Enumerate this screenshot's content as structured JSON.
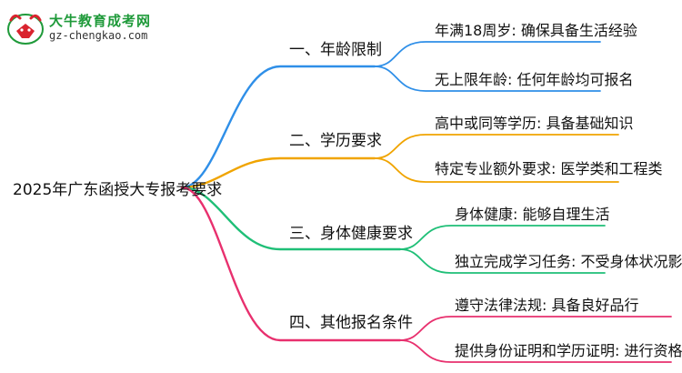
{
  "logo": {
    "icon": "ox-head-logo",
    "title": "大牛教育成考网",
    "url": "gz-chengkao.com"
  },
  "root": {
    "label": "2025年广东函授大专报考要求"
  },
  "branches": [
    {
      "label": "一、年龄限制",
      "color": "#2f8fe8",
      "leaves": [
        "年满18周岁: 确保具备生活经验",
        "无上限年龄: 任何年龄均可报名"
      ]
    },
    {
      "label": "二、学历要求",
      "color": "#f0a400",
      "leaves": [
        "高中或同等学历: 具备基础知识",
        "特定专业额外要求: 医学类和工程类"
      ]
    },
    {
      "label": "三、身体健康要求",
      "color": "#1fbf77",
      "leaves": [
        "身体健康: 能够自理生活",
        "独立完成学习任务: 不受身体状况影响"
      ]
    },
    {
      "label": "四、其他报名条件",
      "color": "#e8306e",
      "leaves": [
        "遵守法律法规: 具备良好品行",
        "提供身份证明和学历证明: 进行资格审核"
      ]
    }
  ]
}
